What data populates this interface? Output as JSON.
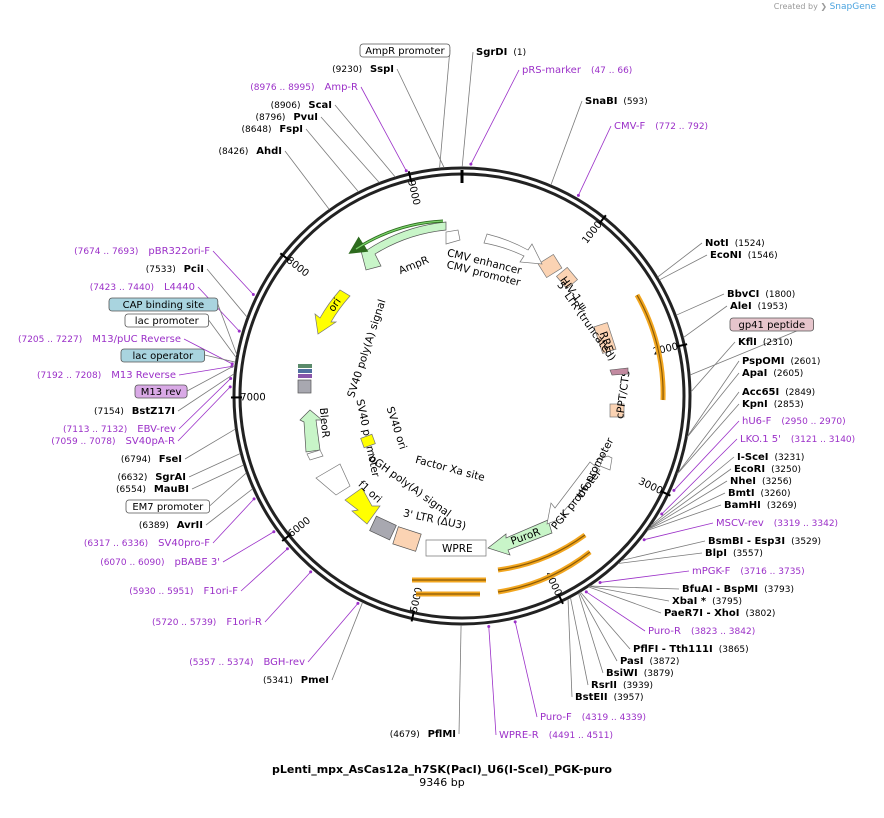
{
  "credit": {
    "created_by": "Created by",
    "brand": "SnapGene"
  },
  "plasmid": {
    "name": "pLenti_mpx_AsCas12a_h7SK(PacI)_U6(I-SceI)_PGK-puro",
    "size_label": "9346 bp",
    "length": 9346
  },
  "ticks": [
    "1000",
    "2000",
    "3000",
    "4000",
    "5000",
    "6000",
    "7000",
    "8000",
    "9000"
  ],
  "enzymes": [
    {
      "name": "SgrDI",
      "pos": "(1)"
    },
    {
      "name": "SnaBI",
      "pos": "(593)"
    },
    {
      "name": "NotI",
      "pos": "(1524)"
    },
    {
      "name": "EcoNI",
      "pos": "(1546)"
    },
    {
      "name": "BbvCI",
      "pos": "(1800)"
    },
    {
      "name": "AleI",
      "pos": "(1953)"
    },
    {
      "name": "KflI",
      "pos": "(2310)"
    },
    {
      "name": "PspOMI",
      "pos": "(2601)"
    },
    {
      "name": "ApaI",
      "pos": "(2605)"
    },
    {
      "name": "Acc65I",
      "pos": "(2849)"
    },
    {
      "name": "KpnI",
      "pos": "(2853)"
    },
    {
      "name": "I-SceI",
      "pos": "(3231)"
    },
    {
      "name": "EcoRI",
      "pos": "(3250)"
    },
    {
      "name": "NheI",
      "pos": "(3256)"
    },
    {
      "name": "BmtI",
      "pos": "(3260)"
    },
    {
      "name": "BamHI",
      "pos": "(3269)"
    },
    {
      "name": "BsmBI - Esp3I",
      "pos": "(3529)"
    },
    {
      "name": "BlpI",
      "pos": "(3557)"
    },
    {
      "name": "BfuAI - BspMI",
      "pos": "(3793)"
    },
    {
      "name": "XbaI *",
      "pos": "(3795)"
    },
    {
      "name": "PaeR7I - XhoI",
      "pos": "(3802)"
    },
    {
      "name": "PflFI - Tth111I",
      "pos": "(3865)"
    },
    {
      "name": "PasI",
      "pos": "(3872)"
    },
    {
      "name": "BsiWI",
      "pos": "(3879)"
    },
    {
      "name": "RsrII",
      "pos": "(3939)"
    },
    {
      "name": "BstEII",
      "pos": "(3957)"
    },
    {
      "name": "PflMI",
      "pos": "(4679)"
    },
    {
      "name": "PmeI",
      "pos": "(5341)"
    },
    {
      "name": "AvrII",
      "pos": "(6389)"
    },
    {
      "name": "MauBI",
      "pos": "(6554)"
    },
    {
      "name": "SgrAI",
      "pos": "(6632)"
    },
    {
      "name": "FseI",
      "pos": "(6794)"
    },
    {
      "name": "BstZ17I",
      "pos": "(7154)"
    },
    {
      "name": "PciI",
      "pos": "(7533)"
    },
    {
      "name": "AhdI",
      "pos": "(8426)"
    },
    {
      "name": "FspI",
      "pos": "(8648)"
    },
    {
      "name": "PvuI",
      "pos": "(8796)"
    },
    {
      "name": "ScaI",
      "pos": "(8906)"
    },
    {
      "name": "SspI",
      "pos": "(9230)"
    }
  ],
  "primers": [
    {
      "name": "pRS-marker",
      "pos": "(47 .. 66)"
    },
    {
      "name": "CMV-F",
      "pos": "(772 .. 792)"
    },
    {
      "name": "hU6-F",
      "pos": "(2950 .. 2970)"
    },
    {
      "name": "LKO.1 5'",
      "pos": "(3121 .. 3140)"
    },
    {
      "name": "MSCV-rev",
      "pos": "(3319 .. 3342)"
    },
    {
      "name": "mPGK-F",
      "pos": "(3716 .. 3735)"
    },
    {
      "name": "Puro-R",
      "pos": "(3823 .. 3842)"
    },
    {
      "name": "Puro-F",
      "pos": "(4319 .. 4339)"
    },
    {
      "name": "WPRE-R",
      "pos": "(4491 .. 4511)"
    },
    {
      "name": "BGH-rev",
      "pos": "(5357 .. 5374)"
    },
    {
      "name": "F1ori-R",
      "pos": "(5720 .. 5739)"
    },
    {
      "name": "F1ori-F",
      "pos": "(5930 .. 5951)"
    },
    {
      "name": "pBABE 3'",
      "pos": "(6070 .. 6090)"
    },
    {
      "name": "SV40pro-F",
      "pos": "(6317 .. 6336)"
    },
    {
      "name": "SV40pA-R",
      "pos": "(7059 .. 7078)"
    },
    {
      "name": "EBV-rev",
      "pos": "(7113 .. 7132)"
    },
    {
      "name": "M13 Reverse",
      "pos": "(7192 .. 7208)"
    },
    {
      "name": "M13/pUC Reverse",
      "pos": "(7205 .. 7227)"
    },
    {
      "name": "L4440",
      "pos": "(7423 .. 7440)"
    },
    {
      "name": "pBR322ori-F",
      "pos": "(7674 .. 7693)"
    },
    {
      "name": "Amp-R",
      "pos": "(8976 .. 8995)"
    }
  ],
  "boxed_labels": [
    {
      "name": "AmpR promoter",
      "fill": "#ffffff"
    },
    {
      "name": "gp41 peptide",
      "fill": "#e6c5cc"
    },
    {
      "name": "CAP binding site",
      "fill": "#a9d4df"
    },
    {
      "name": "lac promoter",
      "fill": "#ffffff"
    },
    {
      "name": "lac operator",
      "fill": "#a9d4df"
    },
    {
      "name": "M13 rev",
      "fill": "#d9a9e6"
    },
    {
      "name": "EM7 promoter",
      "fill": "#ffffff"
    }
  ],
  "inner_labels": {
    "ampr": "AmpR",
    "cmv_enhancer": "CMV enhancer",
    "cmv_promoter": "CMV promoter",
    "hiv_ltr_1": "HIV-1 ψ",
    "hiv_ltr_2": "5' LTR (truncated)",
    "rre": "RRE",
    "cppt": "cPPT/CTS",
    "u6": "U6 promoter",
    "pgk": "PGK promoter",
    "puror": "PuroR",
    "wpre": "WPRE",
    "ltr3": "3' LTR (ΔU3)",
    "f1ori": "f1 ori",
    "bgh": "bGH poly(A) signal",
    "factor_xa": "Factor Xa site",
    "sv40_ori": "SV40 ori",
    "sv40_promoter": "SV40 promoter",
    "bleor": "BleoR",
    "sv40_pa": "SV40 poly(A) signal",
    "ori": "ori"
  },
  "colors": {
    "backbone": "#222222",
    "ampr": "#c8f5c8",
    "ori": "#ffff00",
    "orange_feature": "#f2a61f",
    "ltr": "#fbd3b3",
    "puror": "#c8f5c8",
    "primer": "#9b30c8",
    "gray_feature": "#a8a8b0"
  }
}
